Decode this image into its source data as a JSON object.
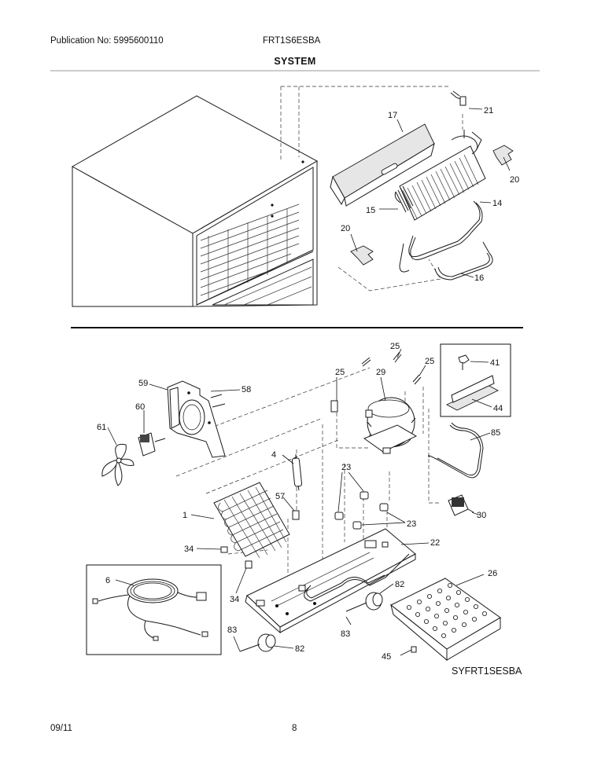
{
  "header": {
    "publication": "Publication No: 5995600110",
    "model": "FRT1S6ESBA"
  },
  "title": "SYSTEM",
  "diagram_code": "SYFRT1SESBA",
  "footer": {
    "date": "09/11",
    "page": "8"
  },
  "callouts": {
    "c17": "17",
    "c21": "21",
    "c20a": "20",
    "c14": "14",
    "c15": "15",
    "c20b": "20",
    "c16": "16",
    "c25a": "25",
    "c25b": "25",
    "c25c": "25",
    "c29": "29",
    "c41": "41",
    "c44": "44",
    "c59": "59",
    "c58": "58",
    "c60": "60",
    "c61": "61",
    "c85": "85",
    "c4": "4",
    "c23a": "23",
    "c23b": "23",
    "c57": "57",
    "c1": "1",
    "c30": "30",
    "c34a": "34",
    "c22": "22",
    "c6": "6",
    "c34b": "34",
    "c82a": "82",
    "c26": "26",
    "c83a": "83",
    "c83b": "83",
    "c82b": "82",
    "c45": "45"
  }
}
